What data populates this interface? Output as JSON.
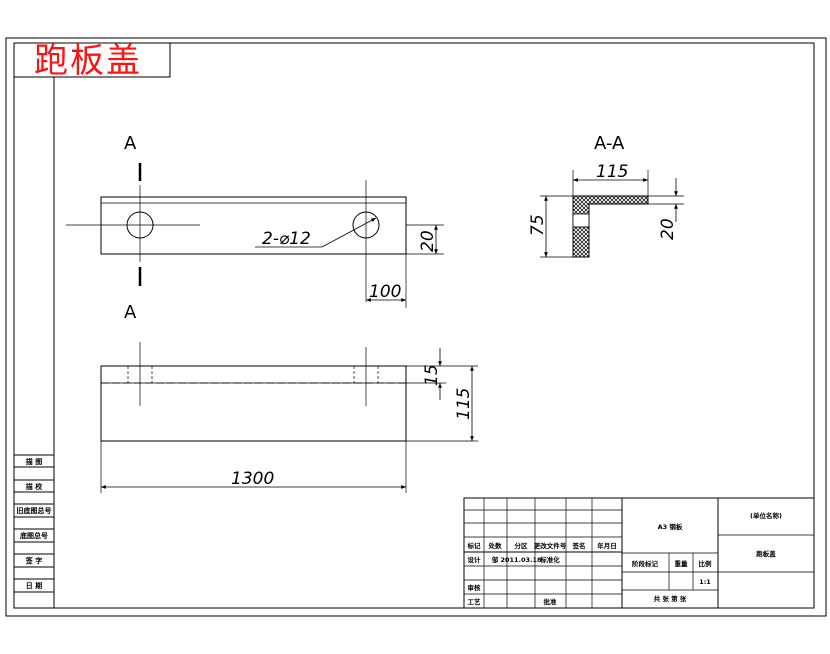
{
  "drawing_title": "跑板盖",
  "views": {
    "section_label_top": "A",
    "section_label_bottom": "A",
    "section_view_label": "A-A"
  },
  "dimensions": {
    "hole_callout": "2-⌀12",
    "height_20": "20",
    "offset_100": "100",
    "front_15": "15",
    "front_115": "115",
    "length_1300": "1300",
    "section_width_115": "115",
    "section_height_75": "75",
    "section_thickness_20": "20"
  },
  "side_table": [
    "描 图",
    "描 校",
    "旧底图总号",
    "底图总号",
    "签 字",
    "日 期"
  ],
  "title_block": {
    "header_cells": [
      "标记",
      "处数",
      "分区",
      "更改文件号",
      "签名",
      "年月日"
    ],
    "row_design": [
      "设计",
      "邹",
      "2011.03.18",
      "标准化"
    ],
    "row_review": "审核",
    "row_process": "工艺",
    "row_approve": "批准",
    "material": "A3 钢板",
    "stage_headers": [
      "阶段标记",
      "重量",
      "比例"
    ],
    "scale_value": "1:1",
    "sheet_info": "共 张 第 张",
    "company": "(单位名称)",
    "part_name": "跑板盖"
  }
}
